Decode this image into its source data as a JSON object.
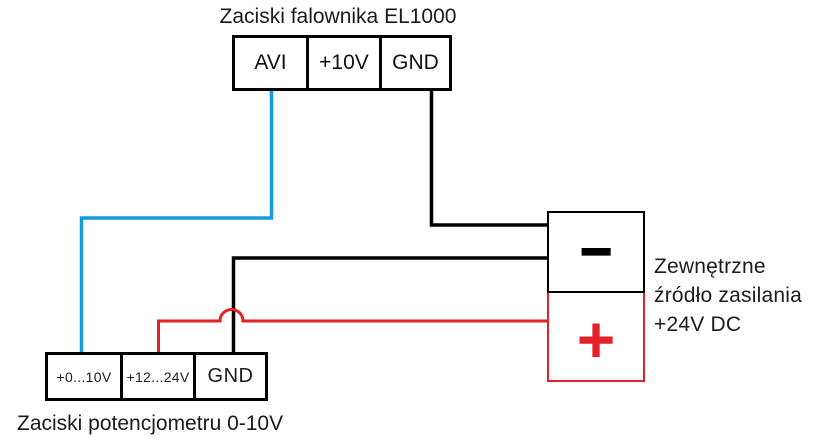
{
  "inverter": {
    "title": "Zaciski falownika EL1000",
    "terminals": [
      "AVI",
      "+10V",
      "GND"
    ]
  },
  "potentiometer": {
    "label": "Zaciski potencjometru 0-10V",
    "terminals": [
      "+0...10V",
      "+12...24V",
      "GND"
    ]
  },
  "power_supply": {
    "negative_symbol": "−",
    "positive_symbol": "+",
    "label_lines": [
      "Zewnętrzne",
      "źródło zasilania",
      "+24V DC"
    ]
  },
  "connections": [
    {
      "from": "AVI (falownik)",
      "to": "+0...10V (potencjometr)",
      "color": "blue"
    },
    {
      "from": "GND (falownik)",
      "to": "zasilanie − ",
      "color": "black"
    },
    {
      "from": "GND (potencjometr)",
      "to": "zasilanie −",
      "color": "black"
    },
    {
      "from": "+12...24V (potencjometr)",
      "to": "zasilanie +",
      "color": "red"
    }
  ],
  "colors": {
    "wire_blue": "#149dda",
    "wire_red": "#e32128",
    "wire_black": "#000000",
    "positive_red": "#e32128"
  }
}
